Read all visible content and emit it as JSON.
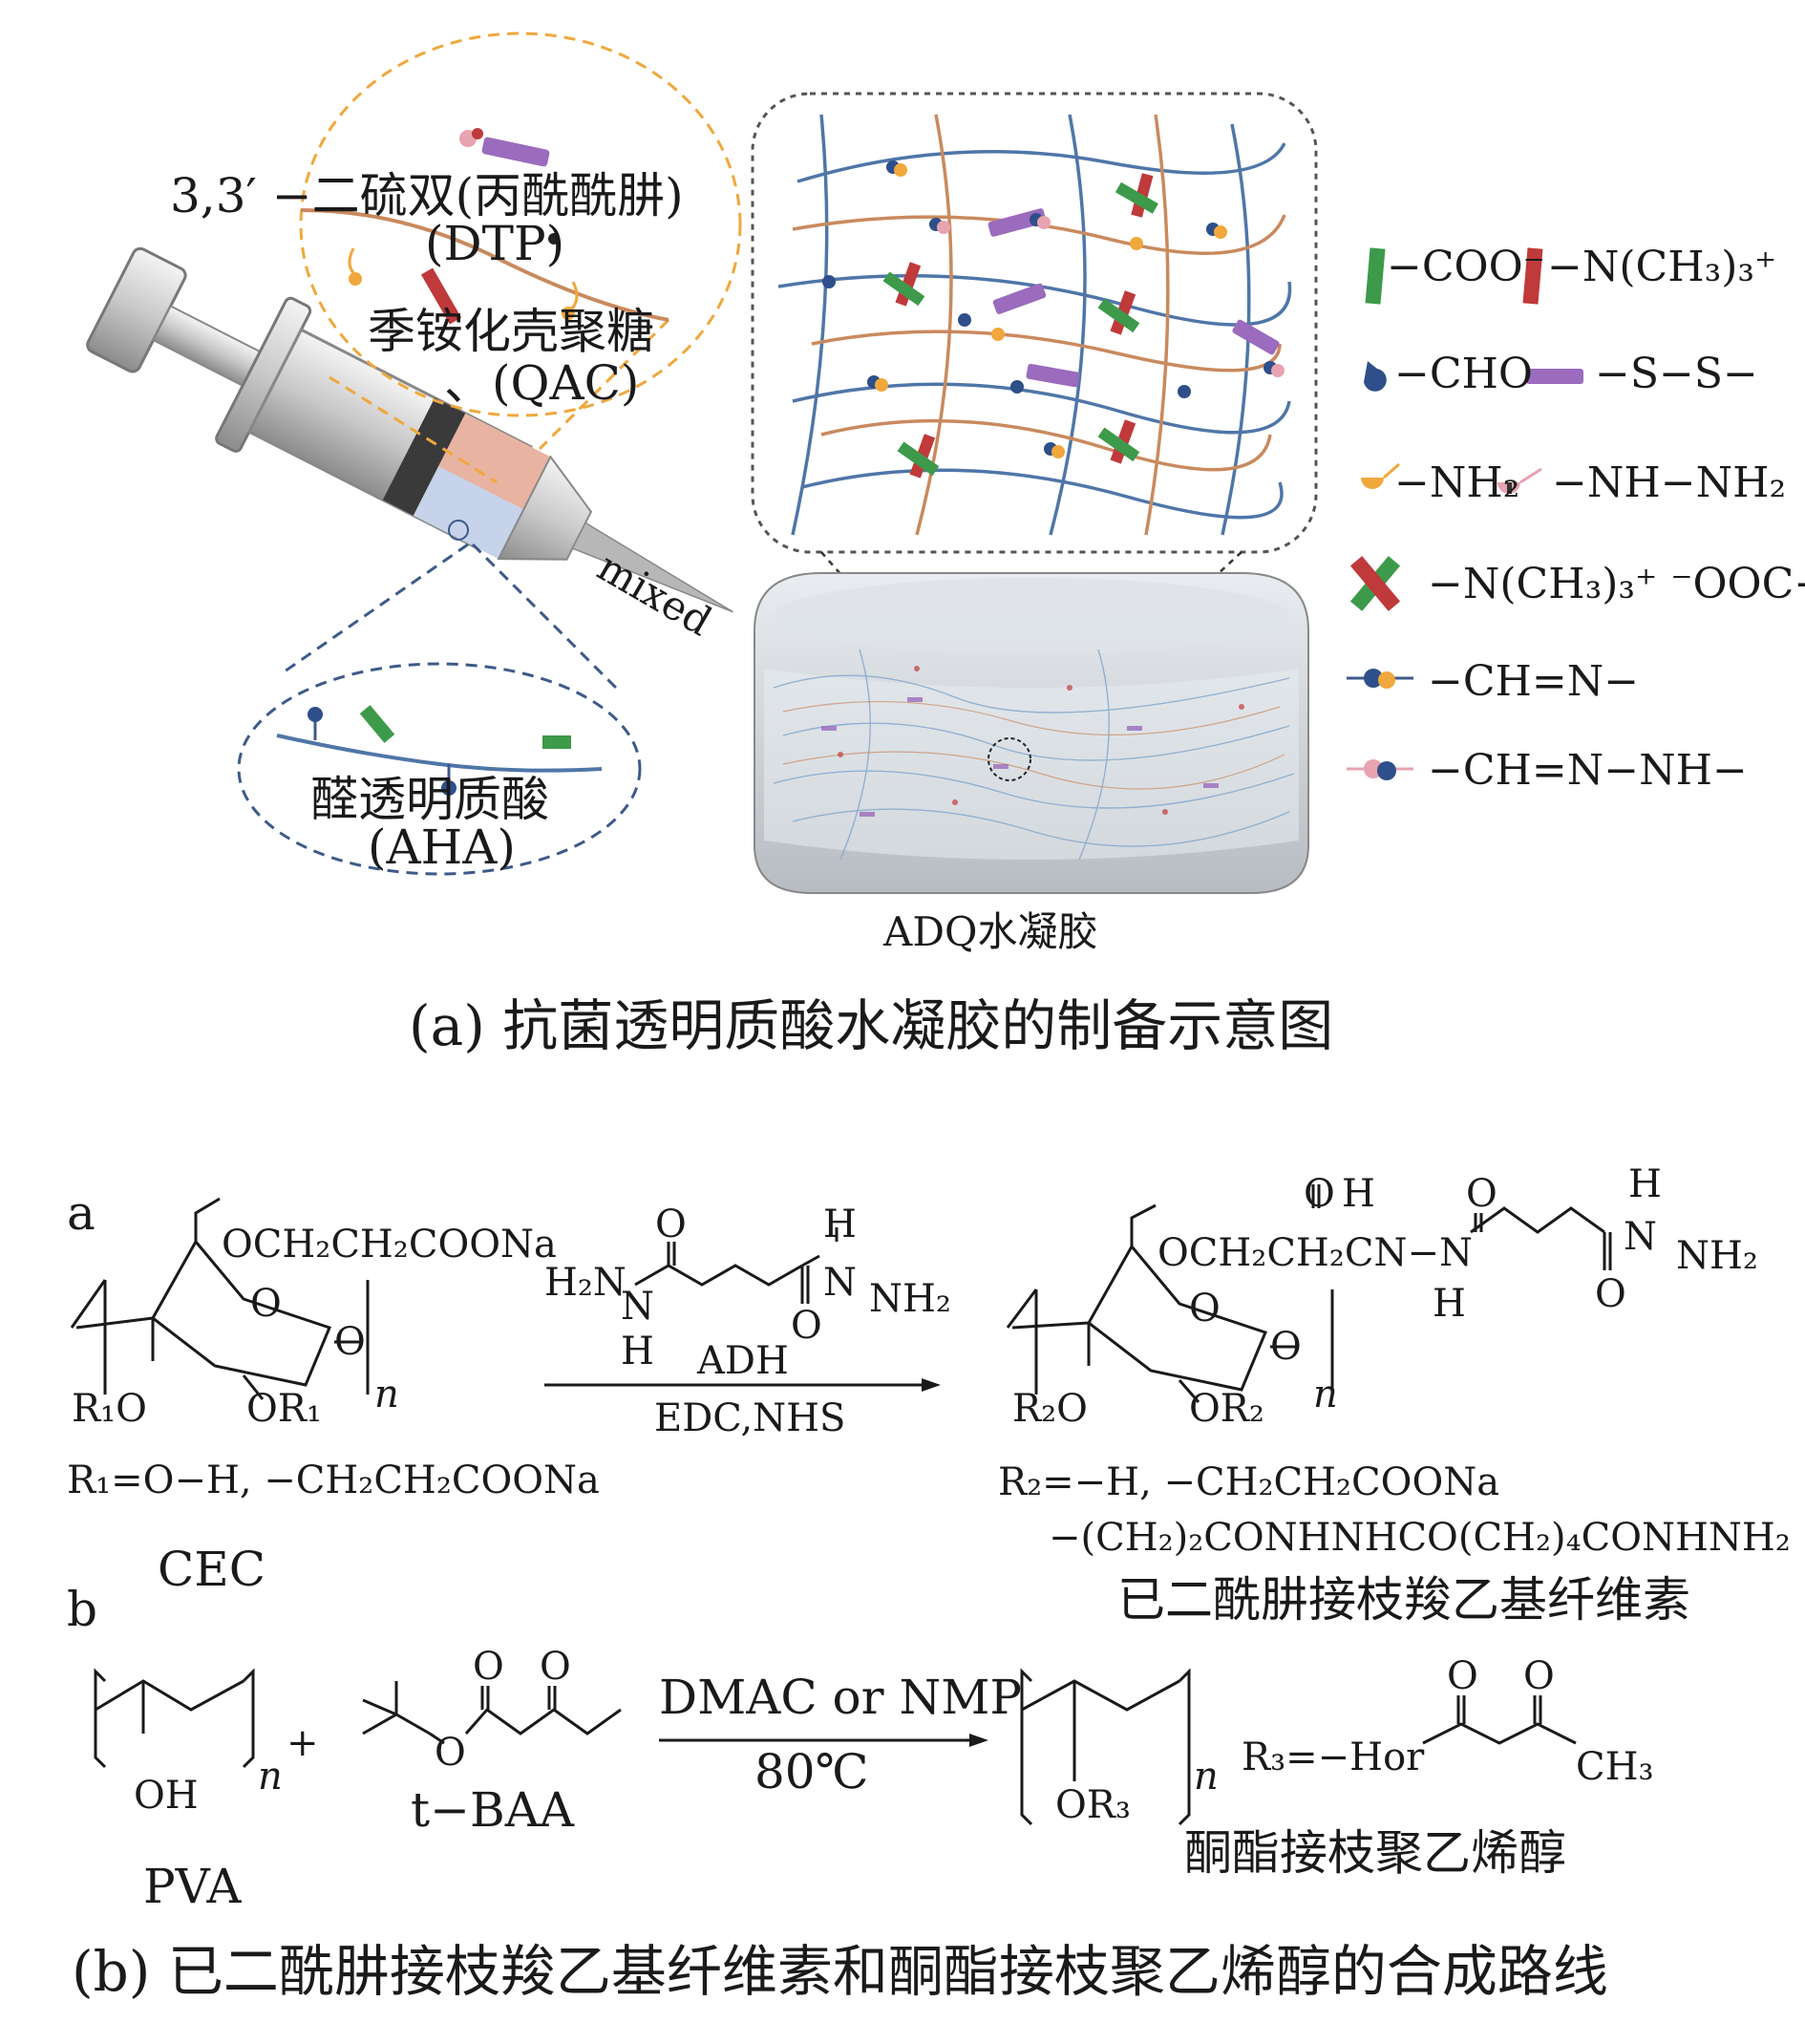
{
  "panel_a": {
    "dtp_label": "3,3′  −二硫双(丙酰酰肼)",
    "dtp_abbr": "(DTP)",
    "qac_label": "季铵化壳聚糖",
    "qac_abbr": "、(QAC)",
    "aha_label": "醛透明质酸",
    "aha_abbr": "(AHA)",
    "mixed": "mixed",
    "gel_label": "ADQ水凝胶",
    "caption": "(a) 抗菌透明质酸水凝胶的制备示意图",
    "legend": [
      {
        "text": "−COO⁻",
        "icon": "green-rod-icon"
      },
      {
        "text": "−N(CH₃)₃⁺",
        "icon": "red-rod-icon"
      },
      {
        "text": "−CHO",
        "icon": "blue-drop-icon"
      },
      {
        "text": "−S−S−",
        "icon": "purple-bar-icon"
      },
      {
        "text": "−NH₂",
        "icon": "orange-cup-icon"
      },
      {
        "text": "−NH−NH₂",
        "icon": "pink-cup-icon"
      },
      {
        "text": "−N(CH₃)₃⁺ ⁻OOC−",
        "icon": "crossed-rods-icon"
      },
      {
        "text": "−CH=N−",
        "icon": "blue-orange-link-icon"
      },
      {
        "text": "−CH=N−NH−",
        "icon": "pink-blue-link-icon"
      }
    ]
  },
  "panel_b": {
    "a_letter": "a",
    "b_letter": "b",
    "cec_sub": "OCH₂CH₂COONa",
    "ring_o": "O",
    "ring_o2": "O",
    "r1o": "R₁O",
    "or1": "OR₁",
    "n1": "n",
    "r1_def": "R₁=O−H, −CH₂CH₂COONa",
    "cec": "CEC",
    "adh_h2n": "H₂N",
    "adh_n": "N",
    "adh_h": "H",
    "adh_o_top": "O",
    "adh_h_top": "H",
    "adh_n2": "N",
    "adh_nh2": "NH₂",
    "adh_o_bot": "O",
    "adh": "ADH",
    "edc": "EDC,NHS",
    "prod_o": "O",
    "prod_h": "H",
    "prod_o2": "O",
    "prod_h2": "H",
    "prod_sub": "OCH₂CH₂CN−N",
    "prod_h3": "H",
    "prod_n": "N",
    "prod_nh2": "NH₂",
    "prod_o3": "O",
    "prod_ring_o": "O",
    "prod_ring_o2": "O",
    "r2o": "R₂O",
    "or2": "OR₂",
    "n2": "n",
    "r2_def1": "R₂=−H, −CH₂CH₂COONa",
    "r2_def2": "−(CH₂)₂CONHNHCO(CH₂)₄CONHNH₂",
    "prod_name": "已二酰肼接枝羧乙基纤维素",
    "pva_oh": "OH",
    "pva_n": "n",
    "plus": "+",
    "pva": "PVA",
    "tbaa_o1": "O",
    "tbaa_o2": "O",
    "tbaa_o3": "O",
    "tbaa": "t−BAA",
    "dmac": "DMAC or NMP",
    "temp": "80℃",
    "or3": "OR₃",
    "n3": "n",
    "r3_def": "R₃=−Hor",
    "r3_o1": "O",
    "r3_o2": "O",
    "ch3": "CH₃",
    "pva_prod_name": "酮酯接枝聚乙烯醇",
    "caption": "(b) 已二酰肼接枝羧乙基纤维素和酮酯接枝聚乙烯醇的合成路线"
  },
  "colors": {
    "blue_chain": "#4f76a8",
    "orange_chain": "#c98a5e",
    "green": "#3d9a4a",
    "red": "#c0393b",
    "purple": "#9b6bbd",
    "orange_dash": "#f0a83c",
    "blue_dash": "#3d5a8a"
  }
}
